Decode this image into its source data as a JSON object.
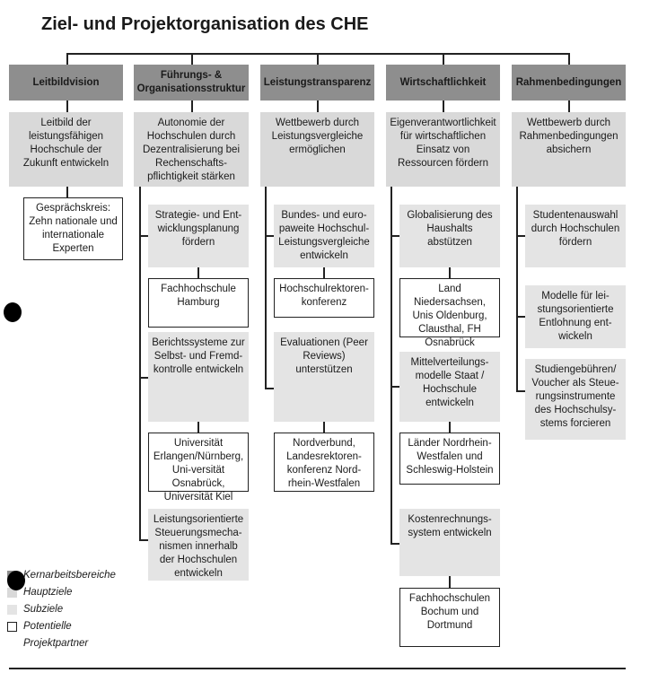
{
  "title": "Ziel- und Projektorganisation des CHE",
  "columns": [
    {
      "header": "Leitbildvision",
      "main": "Leitbild der leistungsfähigen Hochschule der Zukunft entwickeln"
    },
    {
      "header": "Führungs- & Organisationsstruktur",
      "main": "Autonomie der Hochschulen durch Dezentralisierung bei Rechenschafts-pflichtigkeit stärken"
    },
    {
      "header": "Leistungstransparenz",
      "main": "Wettbewerb durch Leistungsvergleiche ermöglichen"
    },
    {
      "header": "Wirtschaftlichkeit",
      "main": "Eigenverantwortlichkeit für wirtschaftlichen Einsatz von Ressourcen fördern"
    },
    {
      "header": "Rahmenbedingungen",
      "main": "Wettbewerb durch Rahmenbedingungen absichern"
    }
  ],
  "col1": {
    "partner": "Gesprächskreis: Zehn nationale und internationale Experten"
  },
  "col2": {
    "sub1": "Strategie- und Ent-wicklungsplanung fördern",
    "partner1": "Fachhochschule Hamburg",
    "sub2": "Berichtssysteme zur Selbst- und Fremd-kontrolle entwickeln",
    "partner2": "Universität Erlangen/Nürnberg, Uni-versität Osnabrück, Universität Kiel",
    "sub3": "Leistungsorientierte Steuerungsmecha-nismen innerhalb der Hochschulen entwickeln"
  },
  "col3": {
    "sub1": "Bundes- und euro-paweite Hochschul-Leistungsvergleiche entwickeln",
    "partner1": "Hochschulrektoren-konferenz",
    "sub2": "Evaluationen (Peer Reviews) unterstützen",
    "partner2": "Nordverbund, Landesrektoren-konferenz Nord-rhein-Westfalen"
  },
  "col4": {
    "sub1": "Globalisierung des Haushalts abstützen",
    "partner1": "Land Niedersachsen, Unis Oldenburg, Clausthal, FH Osnabrück",
    "sub2": "Mittelverteilungs-modelle Staat / Hochschule entwickeln",
    "partner2": "Länder Nordrhein-Westfalen und Schleswig-Holstein",
    "sub3": "Kostenrechnungs-system entwickeln",
    "partner3": "Fachhochschulen Bochum und Dortmund"
  },
  "col5": {
    "sub1": "Studentenauswahl durch Hochschulen fördern",
    "sub2": "Modelle für lei-stungsorientierte Entlohnung ent-wickeln",
    "sub3": "Studiengebühren/ Voucher als Steue-rungsinstrumente des Hochschulsy-stems forcieren"
  },
  "legend": {
    "kern": "Kernarbeitsbereiche",
    "haupt": "Hauptziele",
    "sub": "Subziele",
    "partner1": "Potentielle",
    "partner2": "Projektpartner"
  },
  "colors": {
    "header": "#8e8e8e",
    "main": "#d9d9d9",
    "sub": "#e4e4e4"
  }
}
